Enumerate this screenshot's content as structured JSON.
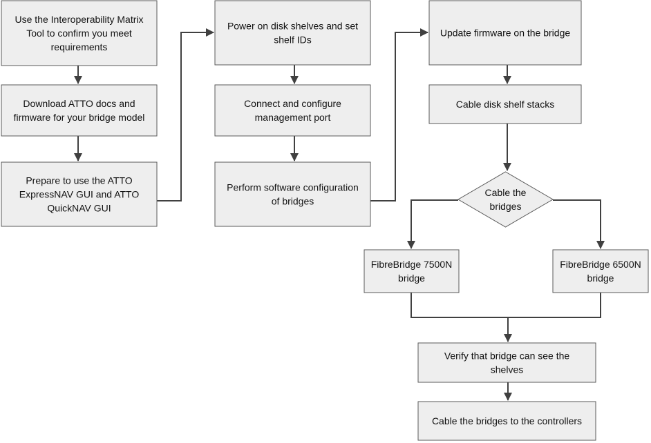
{
  "nodes": {
    "imt": {
      "lines": [
        "Use the Interoperability Matrix",
        "Tool to confirm you meet",
        "requirements"
      ]
    },
    "download": {
      "lines": [
        "Download ATTO docs and",
        "firmware for your bridge model"
      ]
    },
    "prepare": {
      "lines": [
        "Prepare to use the ATTO",
        "ExpressNAV GUI and ATTO",
        "QuickNAV GUI"
      ]
    },
    "power": {
      "lines": [
        "Power on disk shelves and set",
        "shelf IDs"
      ]
    },
    "connect": {
      "lines": [
        "Connect and configure",
        "management port"
      ]
    },
    "software": {
      "lines": [
        "Perform software configuration",
        "of bridges"
      ]
    },
    "firmware": {
      "lines": [
        "Update firmware on the bridge"
      ]
    },
    "cable_stacks": {
      "lines": [
        "Cable disk shelf stacks"
      ]
    },
    "cable_bridges": {
      "lines": [
        "Cable the",
        "bridges"
      ]
    },
    "fb7500": {
      "lines": [
        "FibreBridge 7500N",
        "bridge"
      ]
    },
    "fb6500": {
      "lines": [
        "FibreBridge 6500N",
        "bridge"
      ]
    },
    "verify": {
      "lines": [
        "Verify that bridge can see the",
        "shelves"
      ]
    },
    "controllers": {
      "lines": [
        "Cable the bridges to the controllers"
      ]
    }
  },
  "colors": {
    "box_fill": "#eeeeee",
    "box_border": "#595959",
    "connector": "#404040",
    "text": "#111111"
  }
}
